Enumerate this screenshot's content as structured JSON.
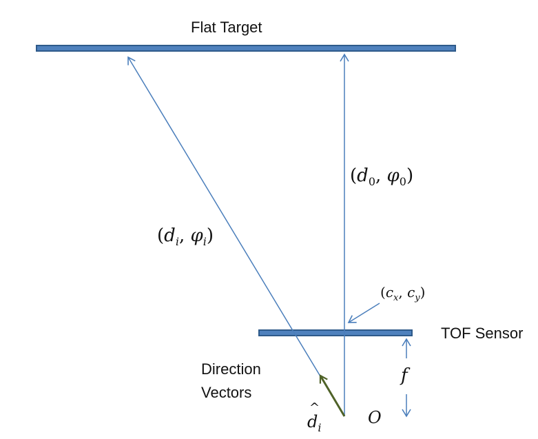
{
  "labels": {
    "flat_target": "Flat Target",
    "tof_sensor": "TOF Sensor",
    "direction_vectors_line1": "Direction",
    "direction_vectors_line2": "Vectors"
  },
  "math": {
    "d0_phi0": {
      "d": "d",
      "d_sub": "0",
      "sep": ", ",
      "phi": "φ",
      "phi_sub": "0"
    },
    "di_phii": {
      "d": "d",
      "d_sub": "i",
      "sep": ", ",
      "phi": "φ",
      "phi_sub": "i"
    },
    "cx_cy": {
      "c1": "c",
      "c1_sub": "x",
      "sep": ", ",
      "c2": "c",
      "c2_sub": "y"
    },
    "f": "f",
    "origin": "O",
    "di_hat": {
      "d": "d",
      "sub": "i"
    }
  },
  "colors": {
    "bar_fill": "#4f81bd",
    "bar_stroke": "#2e5a8a",
    "ray": "#4a7ebb",
    "direction_vector": "#4f6228"
  }
}
